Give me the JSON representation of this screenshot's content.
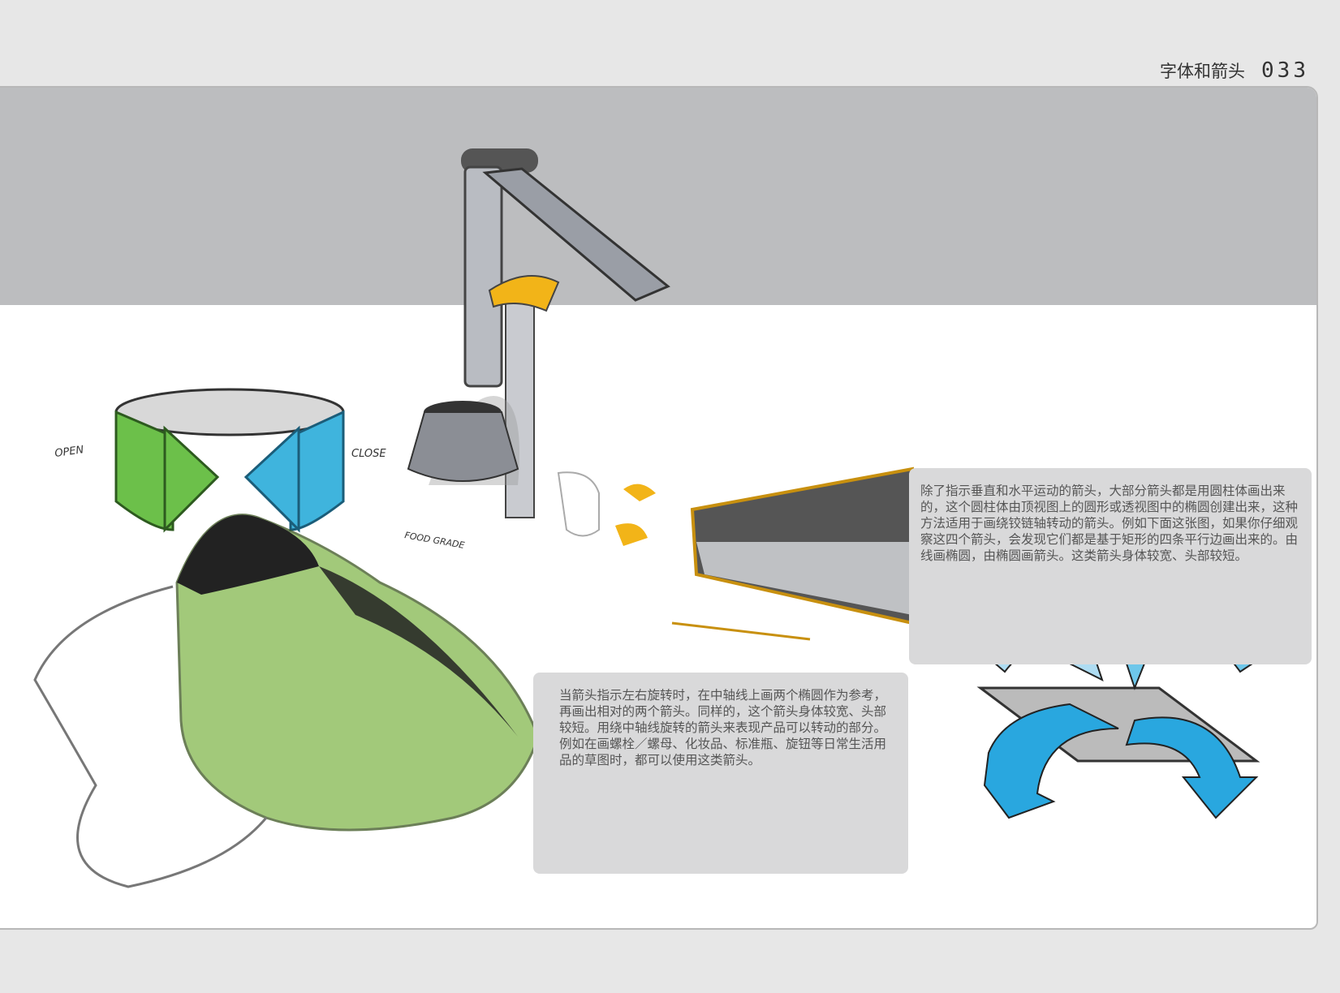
{
  "header": {
    "section_title": "字体和箭头",
    "page_number": "033"
  },
  "captions": {
    "hinge_arrows": "除了指示垂直和水平运动的箭头，大部分箭头都是用圆柱体画出来的，这个圆柱体由顶视图上的圆形或透视图中的椭圆创建出来，这种方法适用于画绕铰链轴转动的箭头。例如下面这张图，如果你仔细观察这四个箭头，会发现它们都是基于矩形的四条平行边画出来的。由线画椭圆，由椭圆画箭头。这类箭头身体较宽、头部较短。",
    "rotation_arrows": "当箭头指示左右旋转时，在中轴线上画两个椭圆作为参考，再画出相对的两个箭头。同样的，这个箭头身体较宽、头部较短。用绕中轴线旋转的箭头来表现产品可以转动的部分。例如在画螺栓／螺母、化妆品、标准瓶、旋钮等日常生活用品的草图时，都可以使用这类箭头。"
  },
  "sketch_labels": {
    "open": "OPEN",
    "close": "CLOSE",
    "food_grade": "FOOD GRADE"
  },
  "colors": {
    "band": "#bcbdbf",
    "green_arrow": "#6cc04a",
    "blue_arrow": "#3fb4dd",
    "yellow_arrow": "#f2b418",
    "caption_bg": "#d9d9da"
  }
}
